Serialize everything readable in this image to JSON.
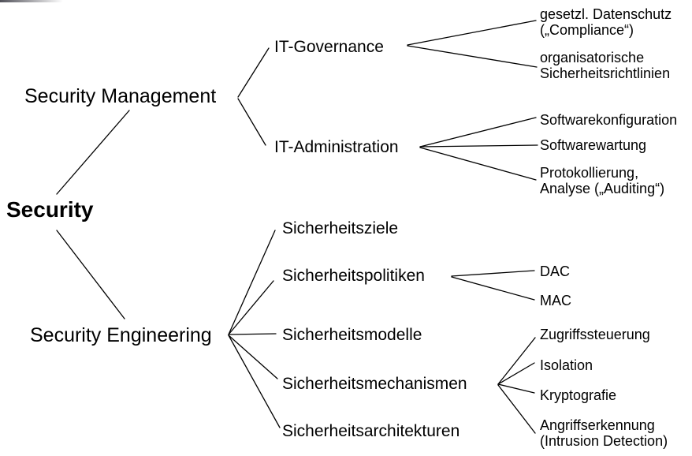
{
  "title": "Security taxonomy tree diagram",
  "colors": {
    "background": "#ffffff",
    "text": "#000000",
    "edge": "#000000"
  },
  "tree": {
    "label": "Security",
    "children": [
      {
        "label": "Security Management",
        "children": [
          {
            "label": "IT-Governance",
            "children": [
              {
                "label": "gesetzl. Datenschutz\n(„Compliance“)"
              },
              {
                "label": "organisatorische\nSicherheitsrichtlinien"
              }
            ]
          },
          {
            "label": "IT-Administration",
            "children": [
              {
                "label": "Softwarekonfiguration"
              },
              {
                "label": "Softwarewartung"
              },
              {
                "label": "Protokollierung,\nAnalyse („Auditing“)"
              }
            ]
          }
        ]
      },
      {
        "label": "Security Engineering",
        "children": [
          {
            "label": "Sicherheitsziele"
          },
          {
            "label": "Sicherheitspolitiken",
            "children": [
              {
                "label": "DAC"
              },
              {
                "label": "MAC"
              }
            ]
          },
          {
            "label": "Sicherheitsmodelle"
          },
          {
            "label": "Sicherheitsmechanismen",
            "children": [
              {
                "label": "Zugriffssteuerung"
              },
              {
                "label": "Isolation"
              },
              {
                "label": "Kryptografie"
              },
              {
                "label": "Angriffserkennung\n(Intrusion Detection)"
              }
            ]
          },
          {
            "label": "Sicherheitsarchitekturen"
          }
        ]
      }
    ]
  }
}
